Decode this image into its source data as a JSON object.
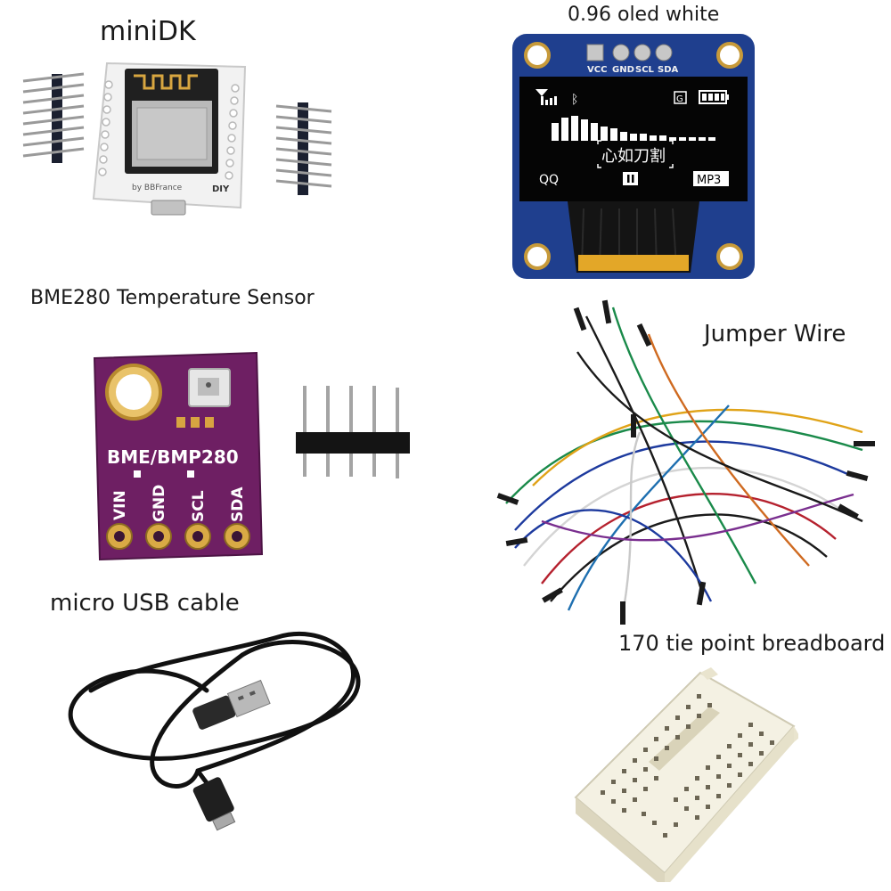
{
  "labels": {
    "minidk": "miniDK",
    "oled": "0.96 oled white",
    "bme": "BME280  Temperature Sensor",
    "jumper": "Jumper Wire",
    "usb": "micro USB cable",
    "breadboard": "170 tie point breadboard"
  },
  "minidk_board": {
    "maker_text": "by BBFrance",
    "logo_text": "DIY"
  },
  "oled_module": {
    "pins": [
      "VCC",
      "GND",
      "SCL",
      "SDA"
    ],
    "screen": {
      "chinese_text": "心如刀割",
      "left_label": "QQ",
      "right_label": "MP3",
      "icon": "G"
    }
  },
  "bme_board": {
    "title": "BME/BMP280",
    "pins": [
      "VIN",
      "GND",
      "SCL",
      "SDA"
    ]
  },
  "colors": {
    "oled_pcb": "#1f3f8e",
    "bme_pcb": "#6e1f63",
    "minidk_pcb": "#f2f2f2",
    "breadboard": "#f4f1e3",
    "gold": "#c79a3a"
  }
}
